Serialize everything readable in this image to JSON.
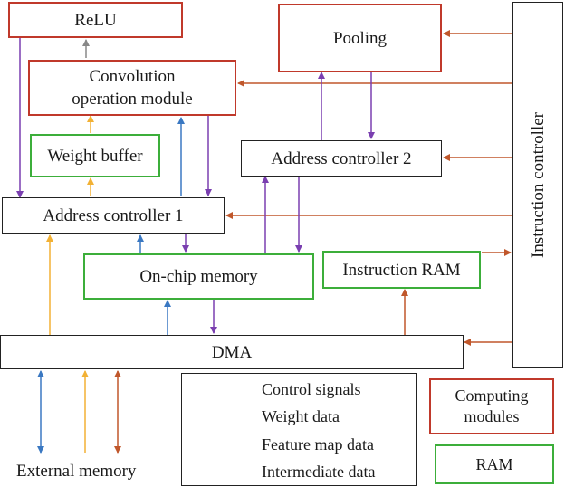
{
  "modules": {
    "relu": "ReLU",
    "pooling": "Pooling",
    "conv_line1": "Convolution",
    "conv_line2": "operation module",
    "weight_buffer": "Weight buffer",
    "addr_ctrl_2": "Address controller 2",
    "addr_ctrl_1": "Address controller 1",
    "on_chip_memory": "On-chip memory",
    "instruction_ram": "Instruction RAM",
    "instruction_controller": "Instruction controller",
    "dma": "DMA",
    "external_memory": "External memory"
  },
  "legend": {
    "items": [
      {
        "label": "Control signals",
        "color": "#c0572b"
      },
      {
        "label": "Weight data",
        "color": "#3a78c2"
      },
      {
        "label": "Feature map data",
        "color": "#f2b134"
      },
      {
        "label": "Intermediate data",
        "color": "#7a3fb0"
      }
    ],
    "computing_modules": "Computing modules",
    "ram": "RAM"
  },
  "colors": {
    "control": "#c0572b",
    "weight": "#3a78c2",
    "feature": "#f2b134",
    "intermediate": "#7a3fb0",
    "module_border": "#c0392b",
    "ram_border": "#3cae3a"
  }
}
